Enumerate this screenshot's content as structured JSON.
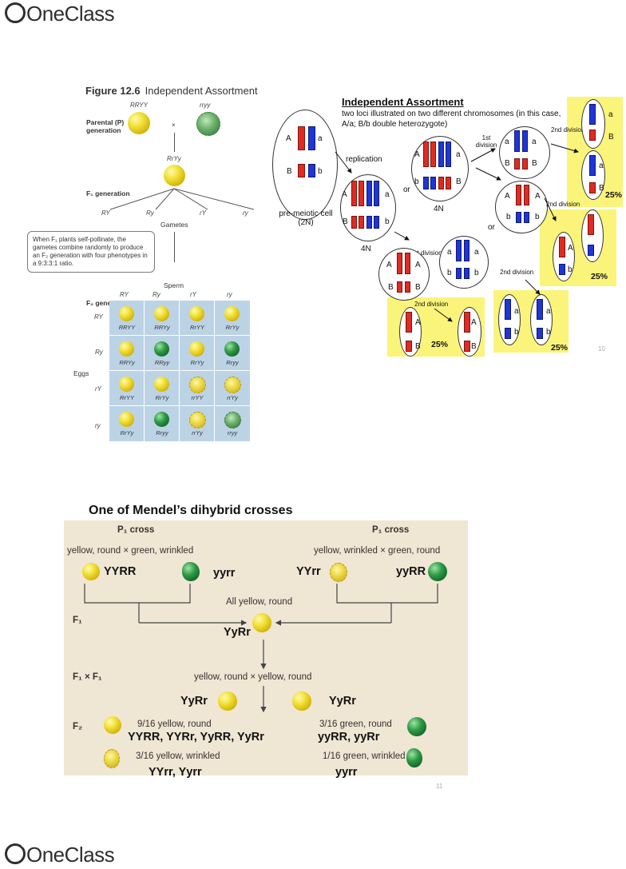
{
  "header": {
    "logo": "OneClass"
  },
  "footer": {
    "logo": "OneClass"
  },
  "fig126": {
    "figure_label": "Figure 12.6",
    "title": "Independent Assortment",
    "parental_label": "Parental (P) generation",
    "parent1_genotype": "RRYY",
    "parent2_genotype": "rryy",
    "cross_symbol": "×",
    "f1_genotype": "RrYy",
    "f1_label": "F₁ generation",
    "gametes": [
      "RY",
      "Ry",
      "rY",
      "ry"
    ],
    "gametes_label": "Gametes",
    "callout": "When F₁ plants self-pollinate, the gametes combine randomly to produce an F₂ generation with four phenotypes in a 9:3:3:1 ratio.",
    "sperm_label": "Sperm",
    "f2_label": "F₂ generation",
    "eggs_label": "Eggs",
    "col_headers": [
      "RY",
      "Ry",
      "rY",
      "ry"
    ],
    "row_headers": [
      "RY",
      "Ry",
      "rY",
      "ry"
    ],
    "cells": [
      [
        "RRYY",
        "RRYy",
        "RrYY",
        "RrYy"
      ],
      [
        "RRYy",
        "RRyy",
        "RrYy",
        "Rryy"
      ],
      [
        "RrYY",
        "RrYy",
        "rrYY",
        "rrYy"
      ],
      [
        "RrYy",
        "Rryy",
        "rrYy",
        "rryy"
      ]
    ],
    "cell_colors": [
      [
        "yellow-round",
        "yellow-round",
        "yellow-round",
        "yellow-round"
      ],
      [
        "yellow-round",
        "green-round",
        "yellow-round",
        "green-round"
      ],
      [
        "yellow-round",
        "yellow-round",
        "yellow-wrinkled",
        "yellow-wrinkled"
      ],
      [
        "yellow-round",
        "green-round",
        "yellow-wrinkled",
        "green-wrinkled"
      ]
    ]
  },
  "ia": {
    "title": "Independent Assortment",
    "subtitle": "two loci illustrated on two different chromosomes (in this case, A/a; B/b double heterozygote)",
    "premeiotic": "pre-meiotic cell (2N)",
    "replication": "replication",
    "n4": "4N",
    "or": "or",
    "first_division": "1st division",
    "second_division": "2nd division",
    "pct": "25%",
    "allele_A": "A",
    "allele_a": "a",
    "allele_B": "B",
    "allele_b": "b",
    "page_num": "10"
  },
  "mendel": {
    "title": "One of Mendel’s dihybrid crosses",
    "p1_cross": "P₁ cross",
    "left_desc": "yellow, round × green, wrinkled",
    "right_desc": "yellow, wrinkled × green, round",
    "YYRR": "YYRR",
    "yyrr": "yyrr",
    "YYrr": "YYrr",
    "yyRR": "yyRR",
    "all_yellow": "All yellow, round",
    "f1": "F₁",
    "YyRr": "YyRr",
    "f1xf1": "F₁ × F₁",
    "cross_desc": "yellow, round × yellow, round",
    "f2": "F₂",
    "c1_desc": "9/16 yellow, round",
    "c1_geno": "YYRR, YYRr, YyRR, YyRr",
    "c2_desc": "3/16 green, round",
    "c2_geno": "yyRR, yyRr",
    "c3_desc": "3/16 yellow, wrinkled",
    "c3_geno": "YYrr, Yyrr",
    "c4_desc": "1/16 green, wrinkled",
    "c4_geno": "yyrr",
    "page_num": "11"
  }
}
